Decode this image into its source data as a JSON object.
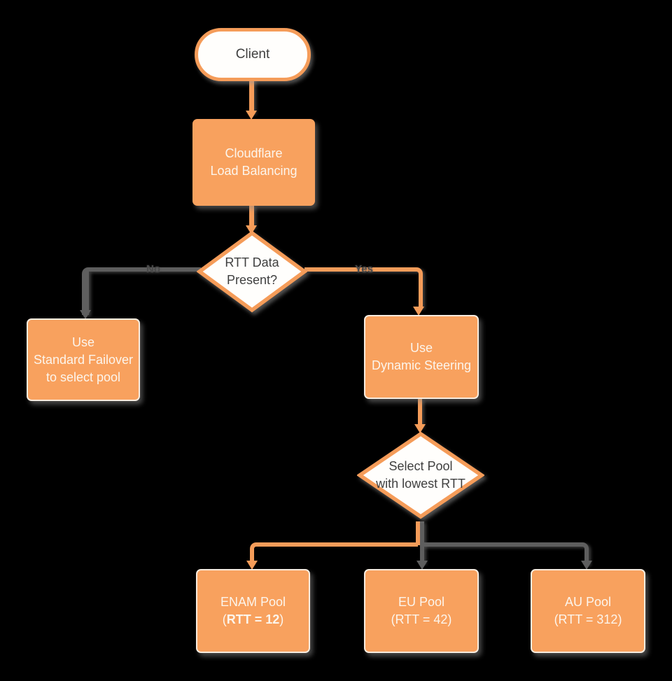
{
  "canvas": {
    "background": "#000000"
  },
  "colors": {
    "node_orange": "#f8a15e",
    "border_orange": "#f59c59",
    "gray_line": "#5e5e5e",
    "light_text": "#fcf5ec",
    "dark_text": "#3f3f3f"
  },
  "nodes": {
    "client": {
      "label": "Client"
    },
    "cloudflare_lb": {
      "lines": [
        "Cloudflare",
        "Load Balancing"
      ]
    },
    "rtt_decision": {
      "lines": [
        "RTT Data",
        "Present?"
      ]
    },
    "standard_failover": {
      "lines": [
        "Use",
        "Standard Failover",
        "to select pool"
      ]
    },
    "dynamic_steering": {
      "lines": [
        "Use",
        "Dynamic Steering"
      ]
    },
    "select_pool": {
      "lines": [
        "Select Pool",
        "with lowest RTT"
      ]
    },
    "enam_pool": {
      "title": "ENAM Pool",
      "rtt_prefix": "(",
      "rtt_bold": "RTT = 12",
      "rtt_suffix": ")"
    },
    "eu_pool": {
      "lines": [
        "EU Pool",
        "(RTT = 42)"
      ]
    },
    "au_pool": {
      "lines": [
        "AU Pool",
        "(RTT = 312)"
      ]
    }
  },
  "edge_labels": {
    "no": "No",
    "yes": "Yes"
  }
}
